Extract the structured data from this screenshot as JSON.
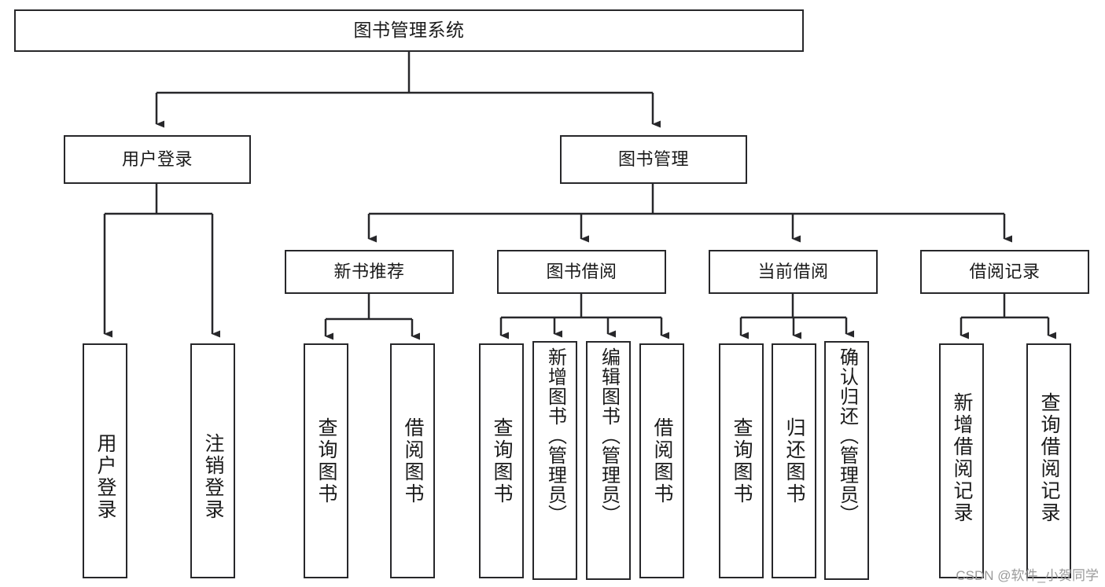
{
  "diagram": {
    "title": "图书管理系统",
    "type": "tree-hierarchy",
    "colors": {
      "box_border": "#27272a",
      "box_fill": "#ffffff",
      "edge": "#27272a",
      "text": "#1a1a1a",
      "watermark": "#9a9a9a",
      "background": "#ffffff"
    },
    "watermark": "CSDN @软件_小贺同学"
  },
  "nodes": {
    "root": {
      "label": "图书管理系统"
    },
    "level2": [
      {
        "id": "user-login",
        "label": "用户登录"
      },
      {
        "id": "book-manage",
        "label": "图书管理"
      }
    ],
    "level3": [
      {
        "id": "new-book-recommend",
        "label": "新书推荐"
      },
      {
        "id": "book-borrow",
        "label": "图书借阅"
      },
      {
        "id": "current-borrow",
        "label": "当前借阅"
      },
      {
        "id": "borrow-record",
        "label": "借阅记录"
      }
    ],
    "leaves": {
      "user_login": [
        {
          "id": "leaf-user-login",
          "label": "用户登录"
        },
        {
          "id": "leaf-logout-login",
          "label": "注销登录"
        }
      ],
      "new_book_recommend": [
        {
          "id": "leaf-query-book-1",
          "label": "查询图书"
        },
        {
          "id": "leaf-borrow-book-1",
          "label": "借阅图书"
        }
      ],
      "book_borrow": [
        {
          "id": "leaf-query-book-2",
          "label": "查询图书"
        },
        {
          "id": "leaf-add-book",
          "label": "新增图书（管理员）"
        },
        {
          "id": "leaf-edit-book",
          "label": "编辑图书（管理员）"
        },
        {
          "id": "leaf-borrow-book-2",
          "label": "借阅图书"
        }
      ],
      "current_borrow": [
        {
          "id": "leaf-query-book-3",
          "label": "查询图书"
        },
        {
          "id": "leaf-return-book",
          "label": "归还图书"
        },
        {
          "id": "leaf-confirm-return",
          "label": "确认归还（管理员）"
        }
      ],
      "borrow_record": [
        {
          "id": "leaf-add-record",
          "label": "新增借阅记录"
        },
        {
          "id": "leaf-query-record",
          "label": "查询借阅记录"
        }
      ]
    }
  }
}
